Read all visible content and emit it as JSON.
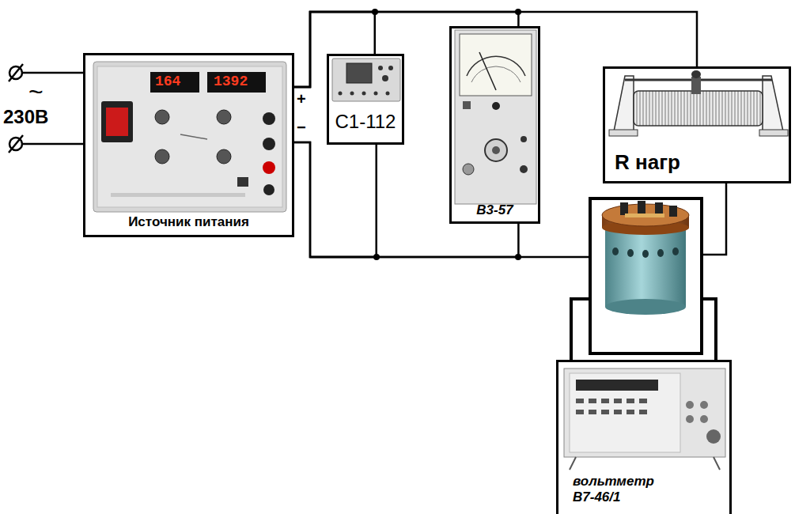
{
  "diagram": {
    "nodes": [
      {
        "text": [
          "Источник питания"
        ]
      },
      {
        "text": [
          "С1-112"
        ]
      },
      {
        "text": [
          "В3-57"
        ]
      },
      {
        "text": [
          "R нагр"
        ]
      },
      {
        "text": [
          "вольтметр В7-46/1"
        ]
      }
    ],
    "edges": [
      {
        "from": 0,
        "to": 1,
        "arrow": "none"
      },
      {
        "from": 0,
        "to": 2,
        "arrow": "none"
      },
      {
        "from": 0,
        "to": 3,
        "arrow": "none"
      },
      {
        "from": 0,
        "to": 1,
        "arrow": "none"
      },
      {
        "from": 0,
        "to": 2,
        "arrow": "none"
      }
    ],
    "labels": [
      "~",
      "230В",
      "+",
      "−",
      "164",
      "1392"
    ]
  }
}
